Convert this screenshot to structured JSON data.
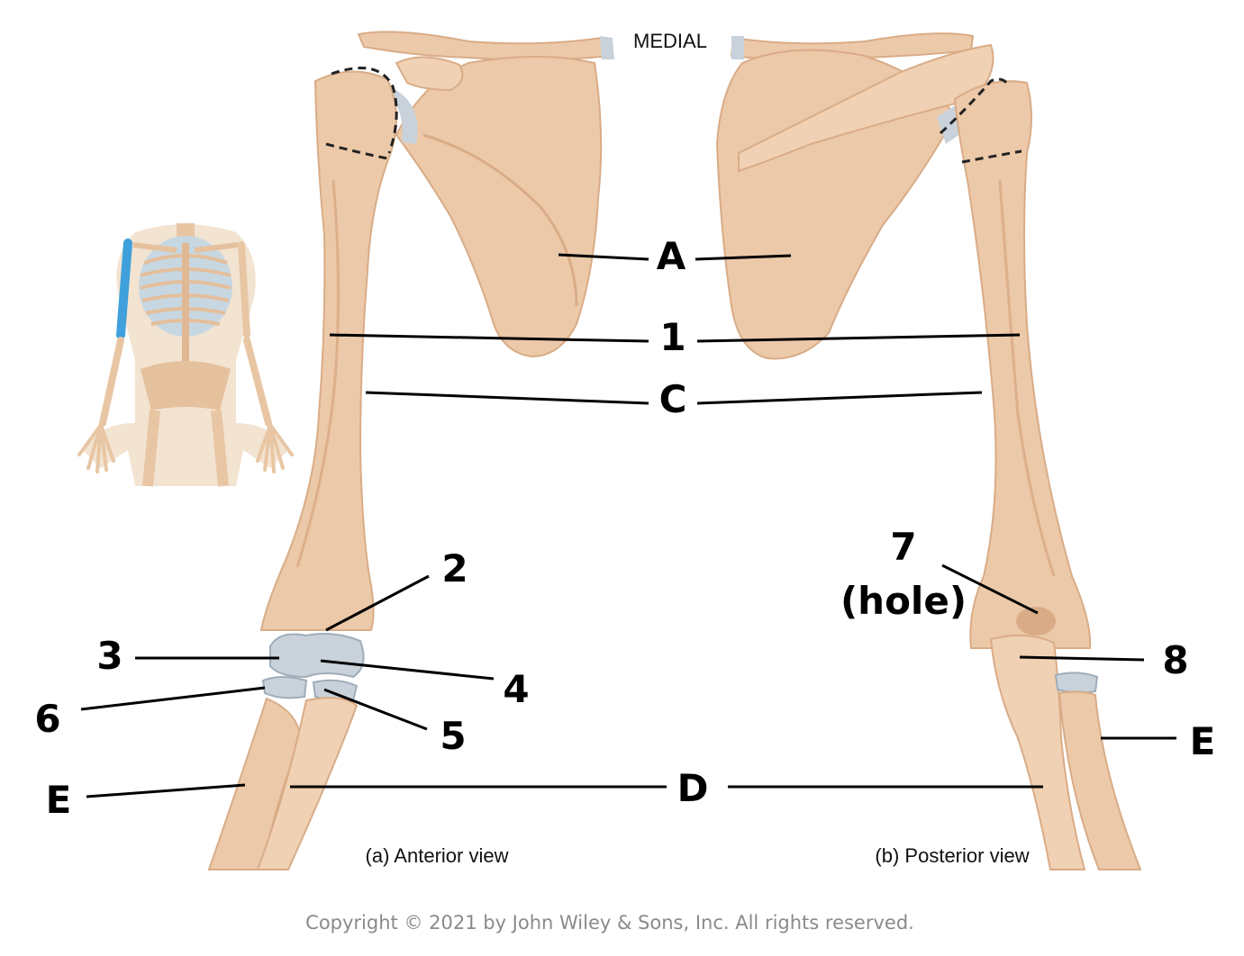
{
  "orientation_label": "MEDIAL",
  "labels": {
    "A": "A",
    "C": "C",
    "D": "D",
    "E_left": "E",
    "E_right": "E",
    "n1": "1",
    "n2": "2",
    "n3": "3",
    "n4": "4",
    "n5": "5",
    "n6": "6",
    "n7": "7",
    "n7_note": "(hole)",
    "n8": "8"
  },
  "captions": {
    "anterior": "(a) Anterior view",
    "posterior": "(b) Posterior view"
  },
  "copyright": "Copyright © 2021 by John Wiley & Sons, Inc. All rights reserved.",
  "colors": {
    "bone": "#ecc9a9",
    "bone_shade": "#d9ac87",
    "bone_light": "#f6dcc3",
    "cartilage": "#c9d2da",
    "cartilage_shade": "#9fadba",
    "highlight_limb": "#3fa0dc",
    "skin": "#f3e3d1",
    "leader_line": "#000000"
  }
}
